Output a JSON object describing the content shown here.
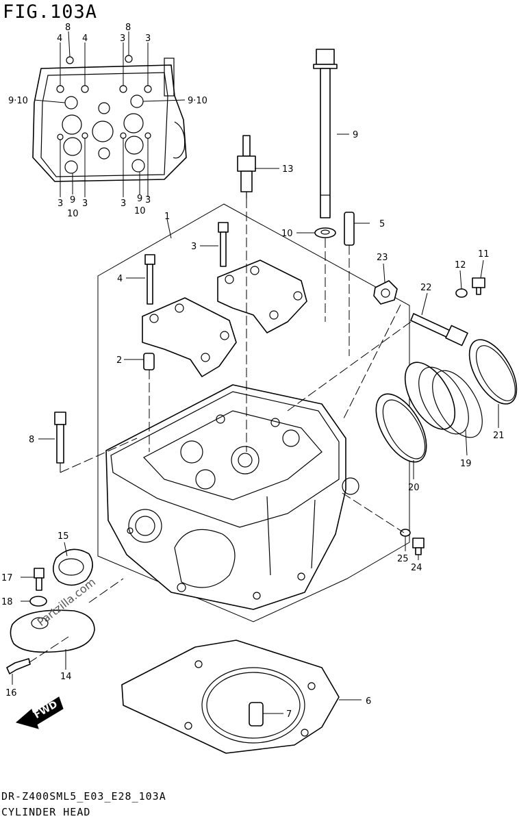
{
  "figure": {
    "title": "FIG.103A",
    "code": "DR-Z400SML5_E03_E28_103A",
    "name": "CYLINDER HEAD",
    "watermark": "Partzilla.com",
    "fwd_label": "FWD"
  },
  "callouts": {
    "top_8a": "8",
    "top_8b": "8",
    "top_4a": "4",
    "top_4b": "4",
    "top_3a": "3",
    "top_3b": "3",
    "top_910a": "9·10",
    "top_910b": "9·10",
    "bot_3a": "3",
    "bot_9a": "9",
    "bot_3b": "3",
    "bot_10a": "10",
    "bot_3c": "3",
    "bot_9b": "9",
    "bot_3d": "3",
    "bot_10b": "10",
    "p1": "1",
    "p2": "2",
    "p3": "3",
    "p4": "4",
    "p5": "5",
    "p6": "6",
    "p7": "7",
    "p8": "8",
    "p9": "9",
    "p10": "10",
    "p11": "11",
    "p12": "12",
    "p13": "13",
    "p14": "14",
    "p15": "15",
    "p16": "16",
    "p17": "17",
    "p18": "18",
    "p19": "19",
    "p20": "20",
    "p21": "21",
    "p22": "22",
    "p23": "23",
    "p24": "24",
    "p25": "25"
  }
}
